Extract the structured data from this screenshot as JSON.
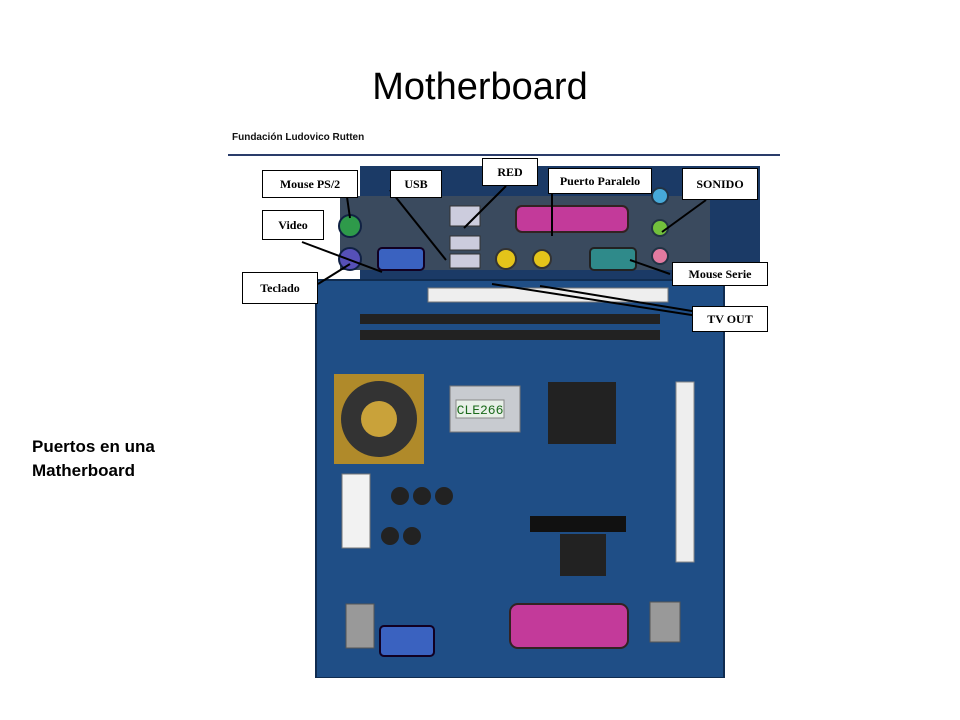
{
  "slide": {
    "title": "Motherboard",
    "caption_line1": "Puertos en una",
    "caption_line2": "Matherboard"
  },
  "figure": {
    "header": "Fundación Ludovico Rutten",
    "chip_text": "CLE266",
    "labels": {
      "mouse_ps2": "Mouse PS/2",
      "usb": "USB",
      "red": "RED",
      "puerto_paralelo": "Puerto Paralelo",
      "sonido": "SONIDO",
      "video": "Video",
      "teclado": "Teclado",
      "mouse_serie": "Mouse Serie",
      "tv_out": "TV OUT"
    }
  }
}
